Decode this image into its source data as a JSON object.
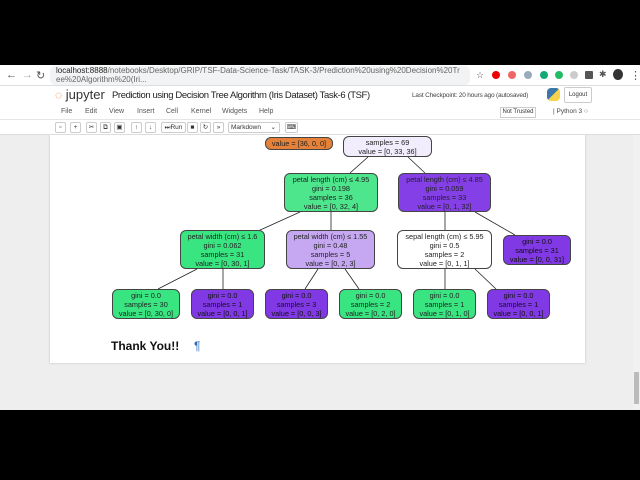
{
  "browser": {
    "url_host": "localhost:8888",
    "url_path": "/notebooks/Desktop/GRIP/TSF-Data-Science-Task/TASK-3/Prediction%20using%20Decision%20Tree%20Algorithm%20(Iri..."
  },
  "header": {
    "logo": "jupyter",
    "title": "Prediction using Decision Tree Algorithm (Iris Dataset) Task-6 (TSF)",
    "checkpoint": "Last Checkpoint: 20 hours ago",
    "autosave": "(autosaved)",
    "logout": "Logout"
  },
  "menu": [
    "File",
    "Edit",
    "View",
    "Insert",
    "Cell",
    "Kernel",
    "Widgets",
    "Help"
  ],
  "trust": "Not Trusted",
  "kernel": "Python 3",
  "toolbar": {
    "run": "Run",
    "cell_type": "Markdown"
  },
  "tree": {
    "n0": [
      "value = [36, 0, 0]"
    ],
    "n1": [
      "samples = 69",
      "value = [0, 33, 36]"
    ],
    "n2": [
      "petal length (cm) ≤ 4.95",
      "gini = 0.198",
      "samples = 36",
      "value = [0, 32, 4]"
    ],
    "n3": [
      "petal length (cm) ≤ 4.85",
      "gini = 0.059",
      "samples = 33",
      "value = [0, 1, 32]"
    ],
    "n4": [
      "petal width (cm) ≤ 1.6",
      "gini = 0.062",
      "samples = 31",
      "value = [0, 30, 1]"
    ],
    "n5": [
      "petal width (cm) ≤ 1.55",
      "gini = 0.48",
      "samples = 5",
      "value = [0, 2, 3]"
    ],
    "n6": [
      "sepal length (cm) ≤ 5.95",
      "gini = 0.5",
      "samples = 2",
      "value = [0, 1, 1]"
    ],
    "n7": [
      "gini = 0.0",
      "samples = 31",
      "value = [0, 0, 31]"
    ],
    "n8": [
      "gini = 0.0",
      "samples = 30",
      "value = [0, 30, 0]"
    ],
    "n9": [
      "gini = 0.0",
      "samples = 1",
      "value = [0, 0, 1]"
    ],
    "n10": [
      "gini = 0.0",
      "samples = 3",
      "value = [0, 0, 3]"
    ],
    "n11": [
      "gini = 0.0",
      "samples = 2",
      "value = [0, 2, 0]"
    ],
    "n12": [
      "gini = 0.0",
      "samples = 1",
      "value = [0, 1, 0]"
    ],
    "n13": [
      "gini = 0.0",
      "samples = 1",
      "value = [0, 0, 1]"
    ]
  },
  "markdown": {
    "text": "Thank You!!",
    "pilcrow": "¶"
  }
}
